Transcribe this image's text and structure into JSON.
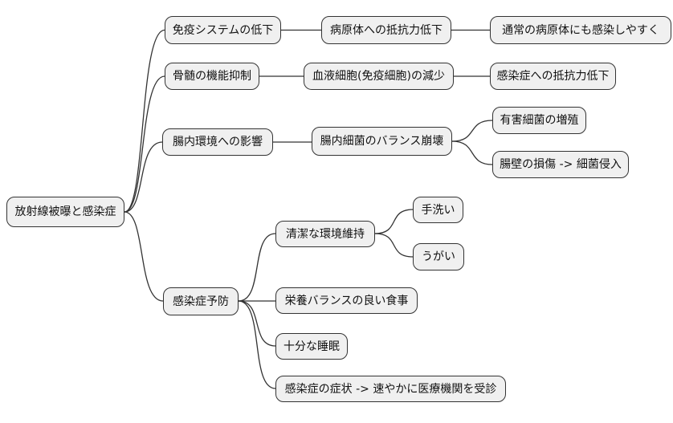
{
  "mindmap": {
    "root": {
      "label": "放射線被曝と感染症",
      "children": [
        {
          "label": "免疫システムの低下",
          "children": [
            {
              "label": "病原体への抵抗力低下",
              "children": [
                {
                  "label": "通常の病原体にも感染しやすく"
                }
              ]
            }
          ]
        },
        {
          "label": "骨髄の機能抑制",
          "children": [
            {
              "label": "血液細胞(免疫細胞)の減少",
              "children": [
                {
                  "label": "感染症への抵抗力低下"
                }
              ]
            }
          ]
        },
        {
          "label": "腸内環境への影響",
          "children": [
            {
              "label": "腸内細菌のバランス崩壊",
              "children": [
                {
                  "label": "有害細菌の増殖"
                },
                {
                  "label": "腸壁の損傷 -> 細菌侵入"
                }
              ]
            }
          ]
        },
        {
          "label": "感染症予防",
          "children": [
            {
              "label": "清潔な環境維持",
              "children": [
                {
                  "label": "手洗い"
                },
                {
                  "label": "うがい"
                }
              ]
            },
            {
              "label": "栄養バランスの良い食事"
            },
            {
              "label": "十分な睡眠"
            },
            {
              "label": "感染症の症状 -> 速やかに医療機関を受診"
            }
          ]
        }
      ]
    },
    "style": {
      "background": "#ffffff",
      "node_fill": "#f0f0f0",
      "node_border": "#333333",
      "edge_color": "#333333",
      "text_color": "#111111"
    }
  }
}
